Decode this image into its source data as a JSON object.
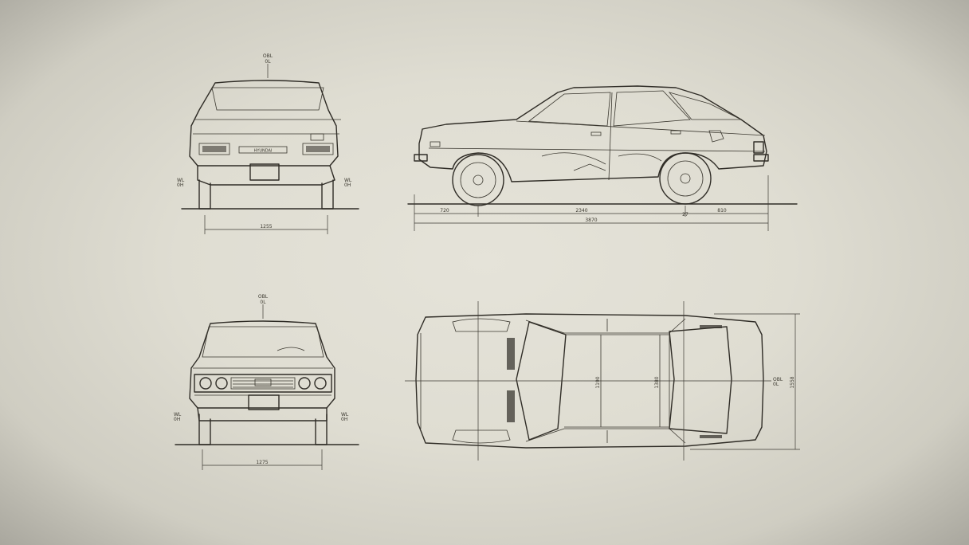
{
  "colors": {
    "paper": "#e2e0d6",
    "ink": "#2f2c26",
    "vignette": "#a9a79e"
  },
  "labels": {
    "rear_centerline": [
      "OBL",
      "0L"
    ],
    "front_centerline": [
      "OBL",
      "0L"
    ],
    "top_centerline": [
      "OBL",
      "0L"
    ],
    "ground_left": [
      "WL",
      "0H"
    ],
    "ground_right": [
      "WL",
      "0H"
    ],
    "rear_plate": "HYUNDAI"
  },
  "dimensions": {
    "rear_track": "1255",
    "front_track": "1275",
    "front_overhang": "720",
    "wheelbase": "2340",
    "rear_overhang": "810",
    "overall_length": "3870",
    "overall_width": "1558",
    "side_small": "27",
    "top_width_mark": "1190",
    "top_width_mark_2": "1380"
  }
}
